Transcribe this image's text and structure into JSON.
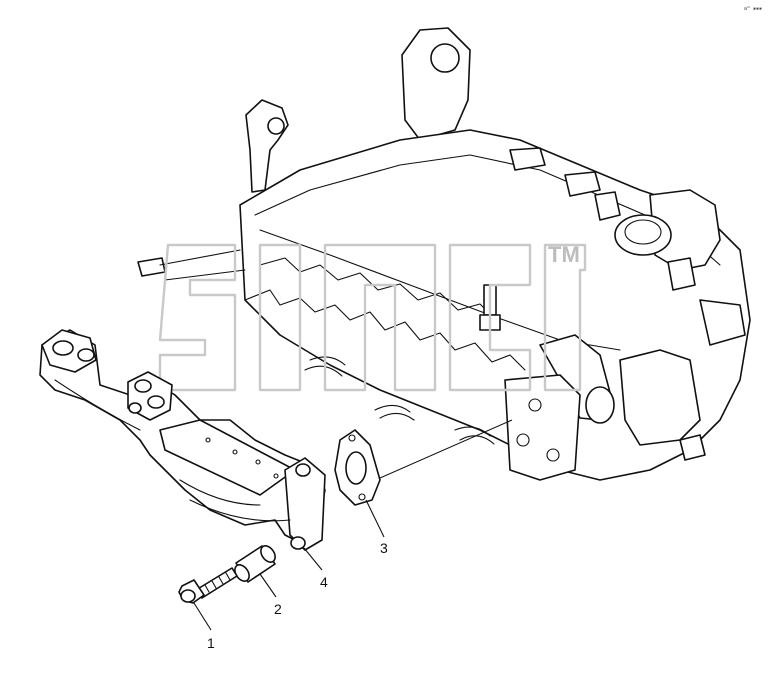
{
  "diagram": {
    "callouts": [
      {
        "id": "1",
        "label": "1",
        "part": "bolt"
      },
      {
        "id": "2",
        "label": "2",
        "part": "spacer"
      },
      {
        "id": "3",
        "label": "3",
        "part": "gasket"
      },
      {
        "id": "4",
        "label": "4",
        "part": "manifold-gasket"
      }
    ],
    "watermark": {
      "trademark": "TM"
    },
    "corner_mark": "a™ ▪▪▪"
  }
}
